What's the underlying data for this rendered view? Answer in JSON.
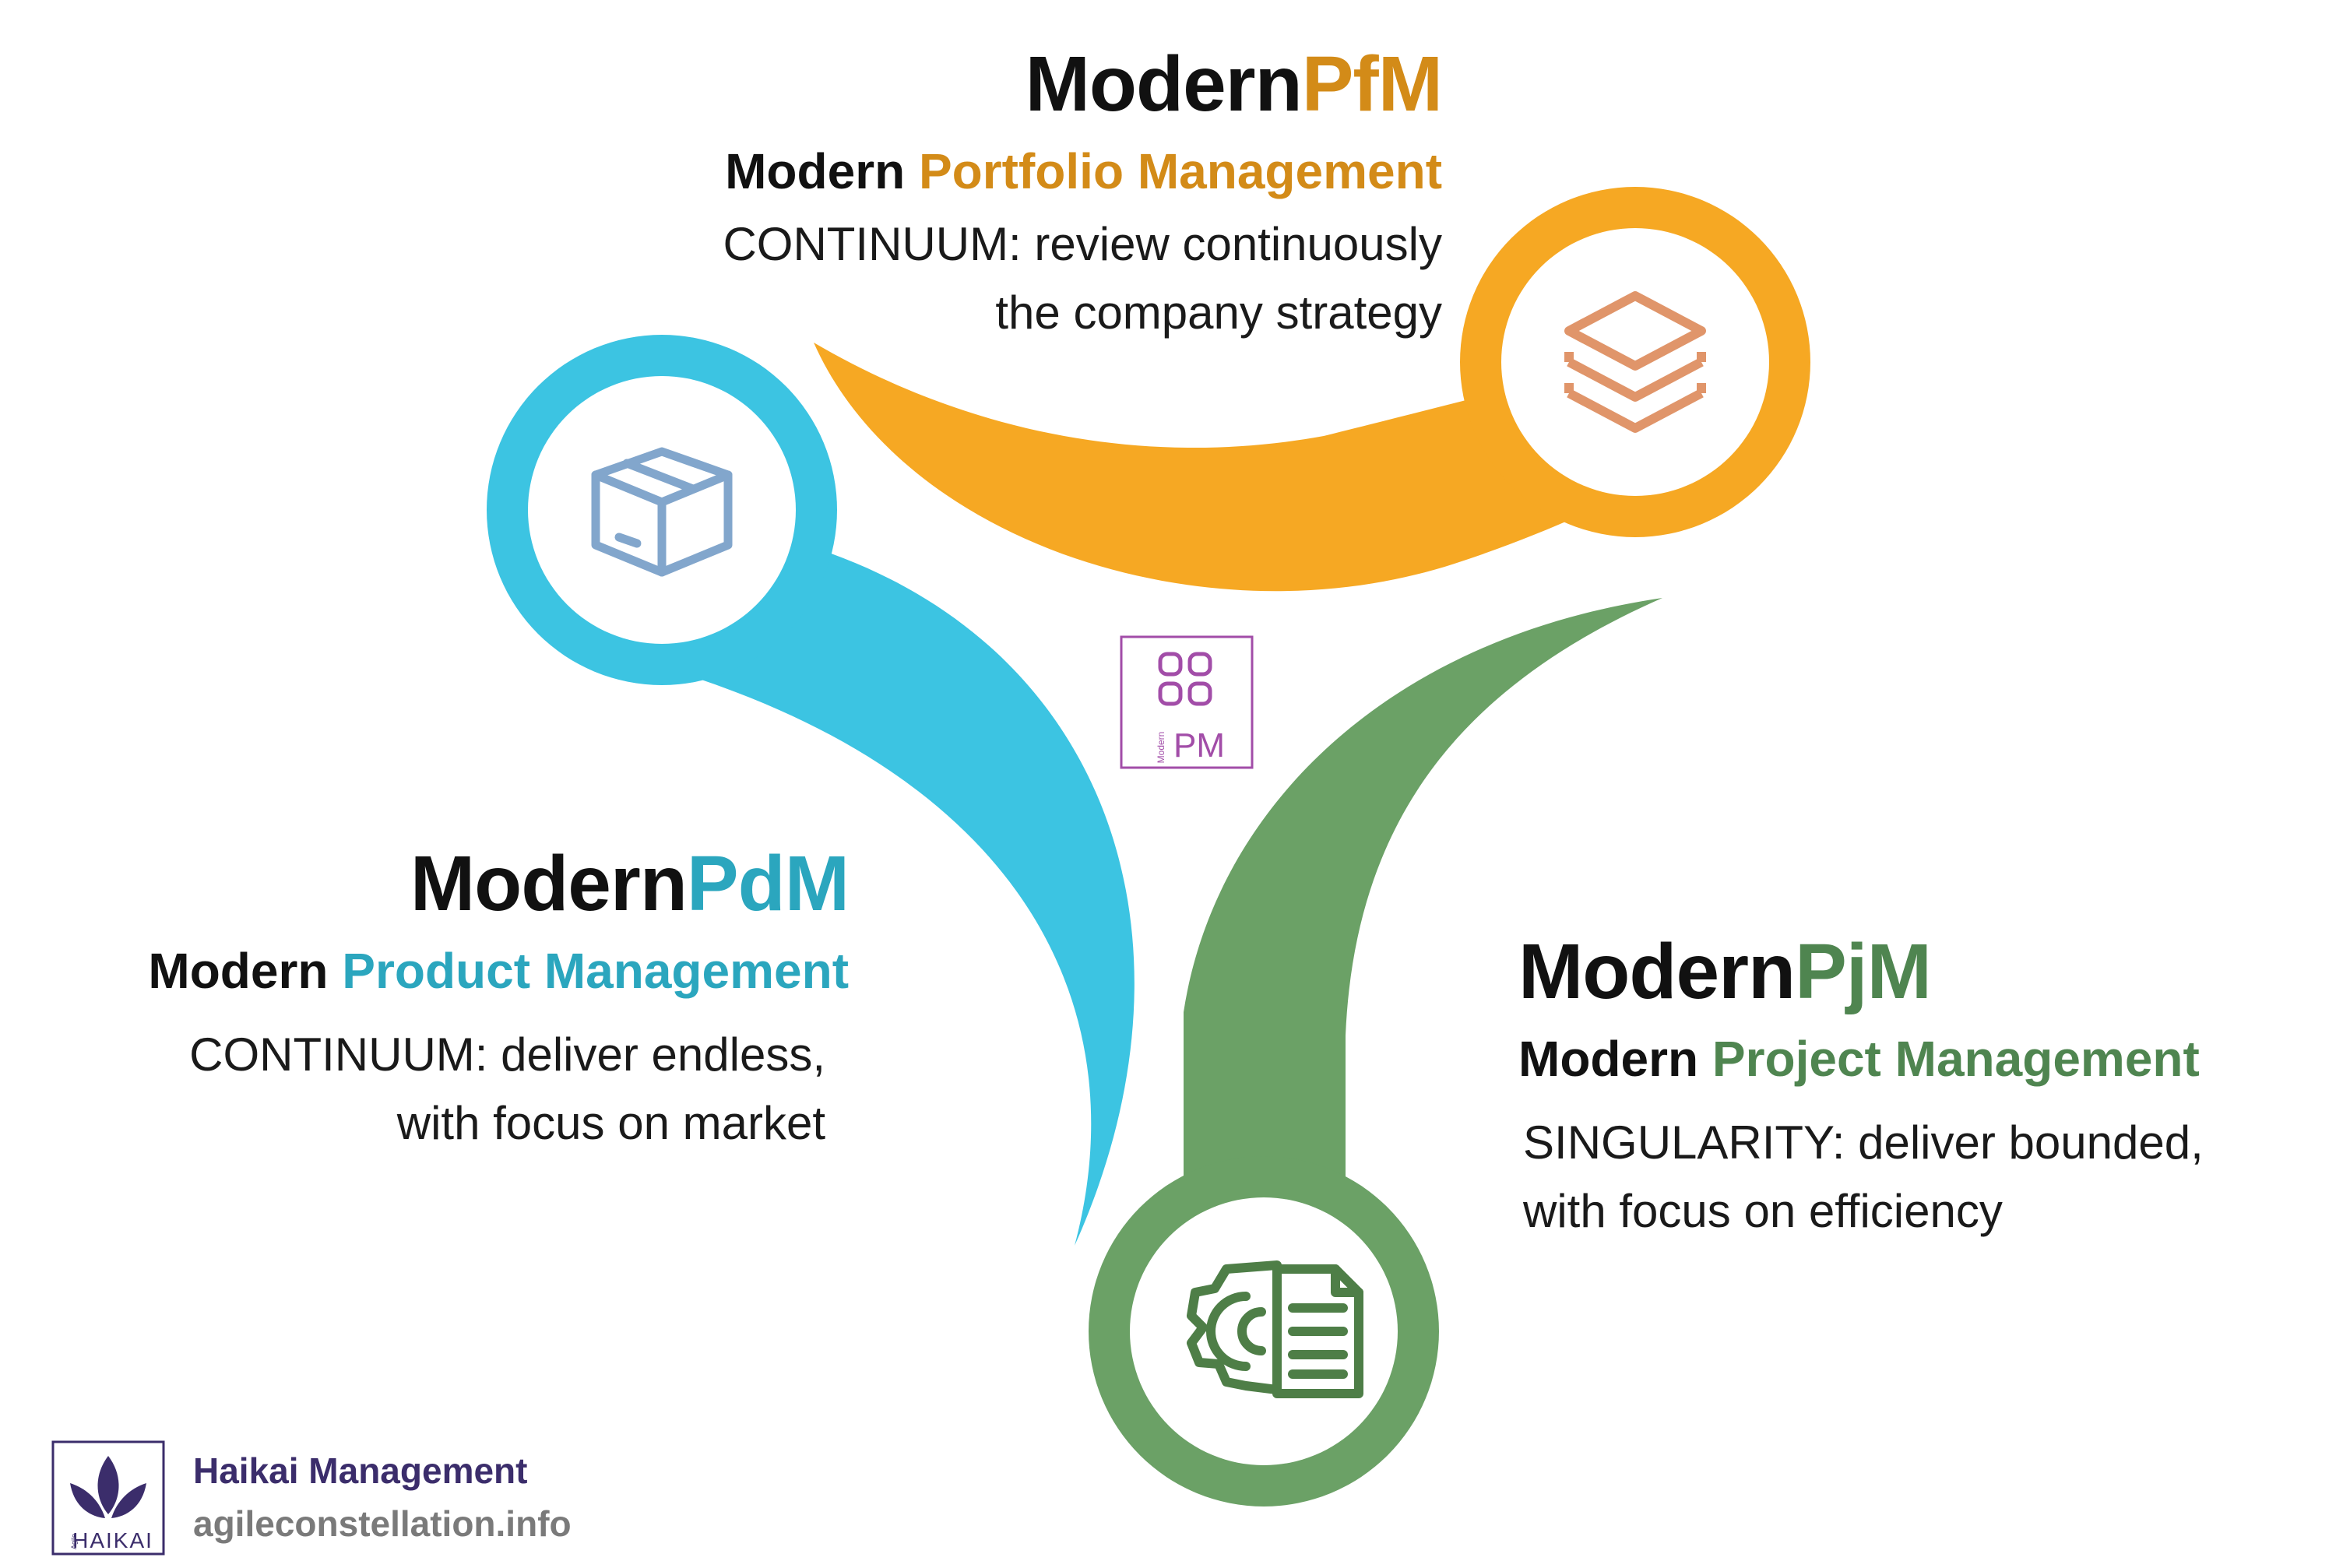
{
  "colors": {
    "portfolio": "#F6A823",
    "portfolio_text": "#D38B18",
    "product": "#3CC4E2",
    "product_text": "#2BA6BE",
    "project": "#6BA166",
    "project_text": "#4F8550",
    "icon_portfolio": "#E0956A",
    "icon_product": "#82A6CC",
    "icon_project": "#4E7E47",
    "center_logo": "#A24DA8",
    "footer_brand": "#3B2D6B"
  },
  "portfolio": {
    "title_prefix": "Modern",
    "title_suffix": "PfM",
    "subtitle_prefix": "Modern",
    "subtitle_suffix": "Portfolio Management",
    "desc_line1": "CONTINUUM: review continuously",
    "desc_line2": "the company strategy",
    "icon": "stacked-layers-icon"
  },
  "product": {
    "title_prefix": "Modern",
    "title_suffix": "PdM",
    "subtitle_prefix": "Modern",
    "subtitle_suffix": "Product Management",
    "desc_line1": "CONTINUUM: deliver endless,",
    "desc_line2": "with focus on market",
    "icon": "package-box-icon"
  },
  "project": {
    "title_prefix": "Modern",
    "title_suffix": "PjM",
    "subtitle_prefix": "Modern",
    "subtitle_suffix": "Project Management",
    "desc_line1": "SINGULARITY: deliver bounded,",
    "desc_line2": "with focus on efficiency",
    "icon": "gear-document-icon"
  },
  "center_logo": {
    "caption_small": "Modern",
    "caption_big": "PM"
  },
  "footer": {
    "brand": "Haikai Management",
    "url": "agileconstellation.info",
    "logo_caption_small": "Agile",
    "logo_caption_big": "HAIKAI"
  }
}
